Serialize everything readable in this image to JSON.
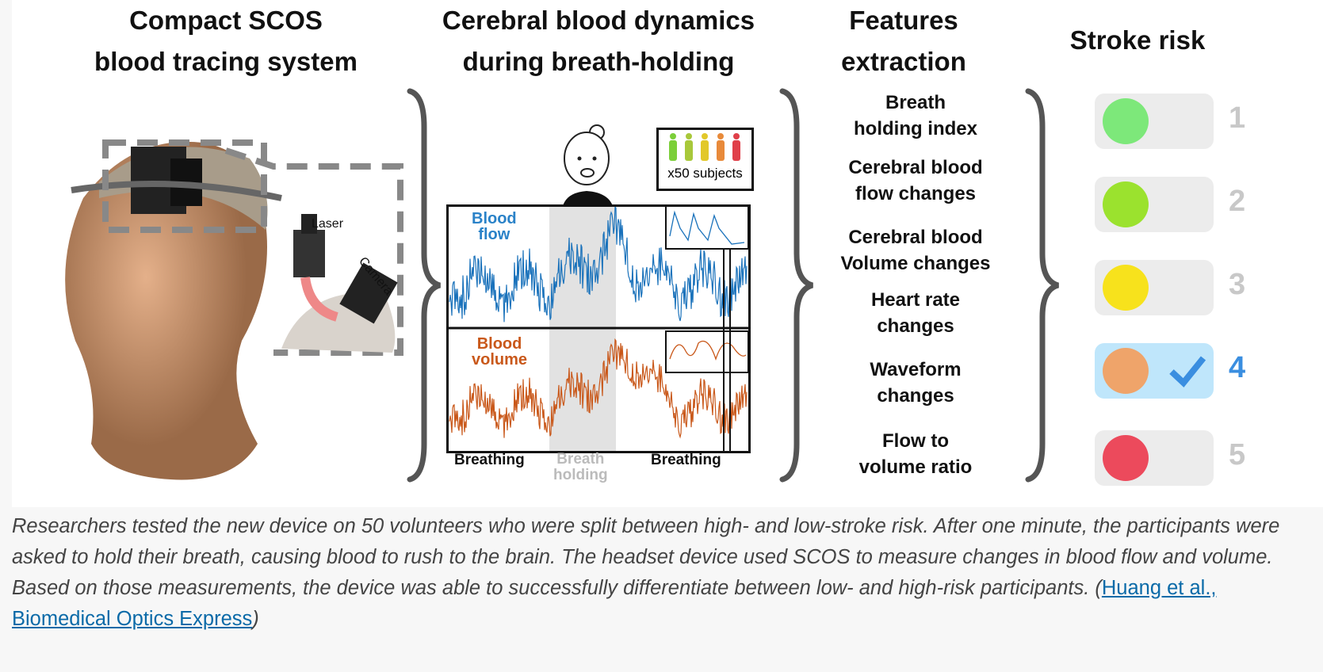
{
  "headings": {
    "system": [
      "Compact SCOS",
      "blood tracing system"
    ],
    "dynamics": [
      "Cerebral blood dynamics",
      "during breath-holding"
    ],
    "features": [
      "Features",
      "extraction"
    ],
    "risk": "Stroke risk"
  },
  "device_labels": {
    "laser": "Laser",
    "camera": "Camera"
  },
  "plot": {
    "flow_label": [
      "Blood",
      "flow"
    ],
    "volume_label": [
      "Blood",
      "volume"
    ],
    "subjects": "x50 subjects",
    "x_labels": {
      "left": "Breathing",
      "middle": [
        "Breath",
        "holding"
      ],
      "right": "Breathing"
    }
  },
  "features": [
    [
      "Breath",
      "holding index"
    ],
    [
      "Cerebral blood",
      "flow changes"
    ],
    [
      "Cerebral blood",
      "Volume changes"
    ],
    [
      "Heart rate",
      "changes"
    ],
    [
      "Waveform",
      "changes"
    ],
    [
      "Flow to",
      "volume ratio"
    ]
  ],
  "risk_levels": [
    {
      "n": "1",
      "color": "#7de87a",
      "selected": false
    },
    {
      "n": "2",
      "color": "#9be22e",
      "selected": false
    },
    {
      "n": "3",
      "color": "#f7e21c",
      "selected": false
    },
    {
      "n": "4",
      "color": "#efa46a",
      "selected": true
    },
    {
      "n": "5",
      "color": "#ec4a5c",
      "selected": false
    }
  ],
  "caption": {
    "text": "Researchers tested the new device on 50 volunteers who were split between high- and low-stroke risk. After one minute, the participants were asked to hold their breath, causing blood to rush to the brain. The headset device used SCOS to measure changes in blood flow and volume. Based on those measurements, the device was able to successfully differentiate between low- and high-risk participants. (",
    "link": "Huang et al., Biomedical Optics Express",
    "close": ")"
  }
}
